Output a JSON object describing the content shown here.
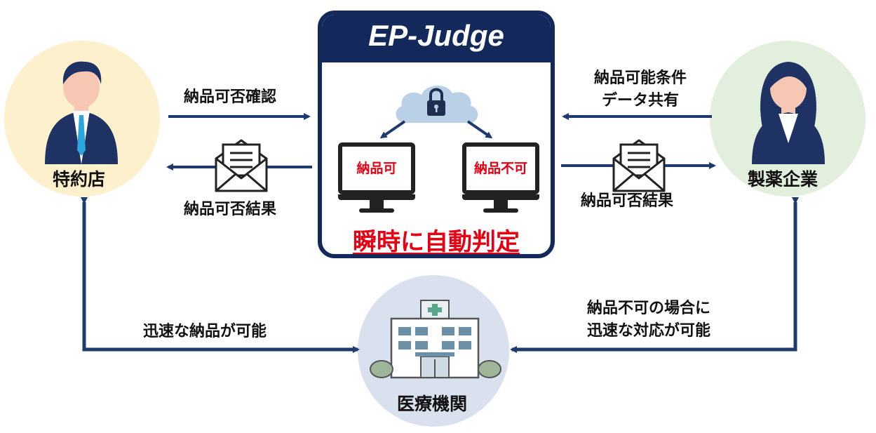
{
  "system": {
    "title": "EP-Judge",
    "result_ok": "納品可",
    "result_ng": "納品不可",
    "tagline": "瞬時に自動判定"
  },
  "actors": {
    "dealer": "特約店",
    "pharma": "製薬企業",
    "hospital": "医療機関"
  },
  "flows": {
    "delivery_check": "納品可否確認",
    "result_left": "納品可否結果",
    "share_line1": "納品可能条件",
    "share_line2": "データ共有",
    "result_right": "納品可否結果",
    "fast_delivery": "迅速な納品が可能",
    "ng_line1": "納品不可の場合に",
    "ng_line2": "迅速な対応が可能"
  },
  "icons": {
    "cloud": "cloud-lock-icon",
    "mail_left": "mail-icon",
    "mail_right": "mail-icon",
    "hospital": "hospital-icon",
    "dealer_person": "businessman-icon",
    "pharma_person": "businesswoman-icon"
  },
  "colors": {
    "navy": "#13285b",
    "arrow": "#1f3a6e",
    "red": "#e60012",
    "dealer_bg": "#fdf0cc",
    "pharma_bg": "#e3efdd",
    "hospital_bg": "#d9e1ef"
  }
}
